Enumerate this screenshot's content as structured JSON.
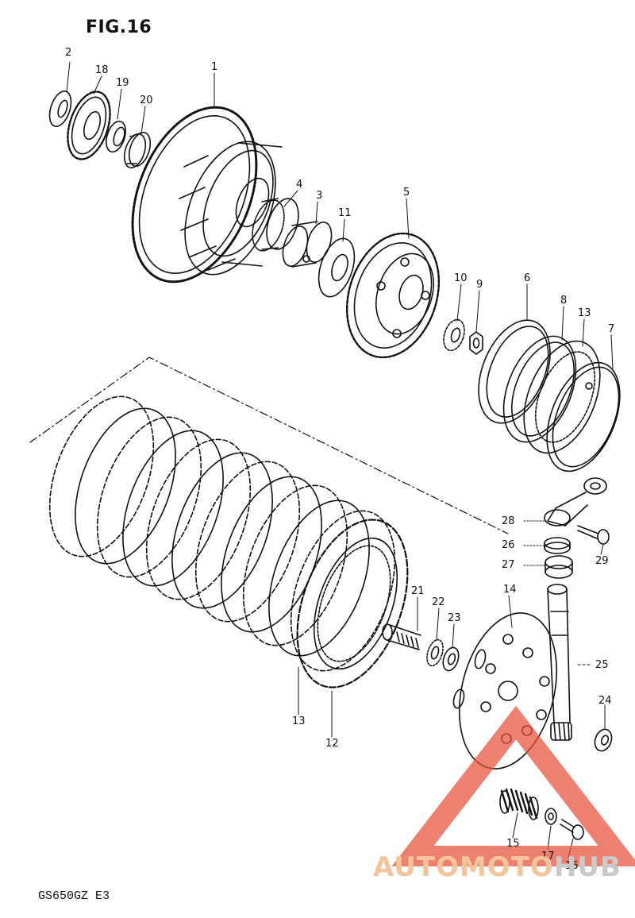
{
  "figure_title": "FIG.16",
  "model_code": "GS650GZ E3",
  "colors": {
    "line": "#111111",
    "watermark_red": "#e8503a",
    "watermark_orange": "#f4c49a",
    "watermark_gray": "#c9c9c9"
  },
  "watermark": {
    "part_a": "AUTOMOTO",
    "part_b": "HUB"
  },
  "callouts": [
    {
      "id": "c1",
      "label": "1"
    },
    {
      "id": "c2",
      "label": "2"
    },
    {
      "id": "c18",
      "label": "18"
    },
    {
      "id": "c19",
      "label": "19"
    },
    {
      "id": "c20",
      "label": "20"
    },
    {
      "id": "c4",
      "label": "4"
    },
    {
      "id": "c3",
      "label": "3"
    },
    {
      "id": "c11",
      "label": "11"
    },
    {
      "id": "c5",
      "label": "5"
    },
    {
      "id": "c10",
      "label": "10"
    },
    {
      "id": "c9",
      "label": "9"
    },
    {
      "id": "c6",
      "label": "6"
    },
    {
      "id": "c8",
      "label": "8"
    },
    {
      "id": "c13a",
      "label": "13"
    },
    {
      "id": "c7",
      "label": "7"
    },
    {
      "id": "c28",
      "label": "28"
    },
    {
      "id": "c26",
      "label": "26"
    },
    {
      "id": "c27",
      "label": "27"
    },
    {
      "id": "c29",
      "label": "29"
    },
    {
      "id": "c14",
      "label": "14"
    },
    {
      "id": "c25",
      "label": "25"
    },
    {
      "id": "c21",
      "label": "21"
    },
    {
      "id": "c22",
      "label": "22"
    },
    {
      "id": "c23",
      "label": "23"
    },
    {
      "id": "c24",
      "label": "24"
    },
    {
      "id": "c13b",
      "label": "13"
    },
    {
      "id": "c12",
      "label": "12"
    },
    {
      "id": "c15",
      "label": "15"
    },
    {
      "id": "c17",
      "label": "17"
    },
    {
      "id": "c16",
      "label": "16"
    }
  ]
}
